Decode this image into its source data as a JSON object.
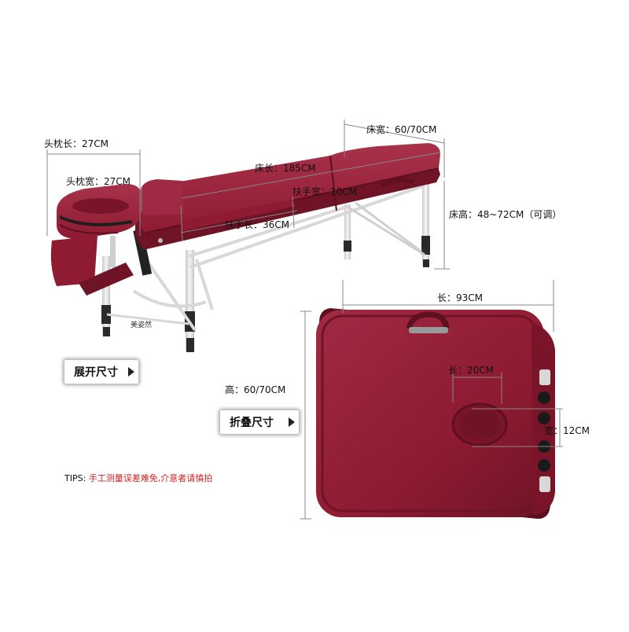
{
  "colors": {
    "upholstery": "#8e1b31",
    "upholstery_dark": "#5e0f20",
    "upholstery_light": "#a8324a",
    "frame": "#e4e4e4",
    "leg_dark": "#2a2a2a",
    "tips_red": "#d21f1f"
  },
  "labels": {
    "headrest_length": "头枕长：27CM",
    "headrest_width": "头枕宽：27CM",
    "bed_length": "床长：185CM",
    "armrest_width": "扶手宽：10CM",
    "armrest_length": "扶手长：36CM",
    "bed_width": "床宽：60/70CM",
    "bed_height": "床高：48~72CM（可调）",
    "folded_length": "长：93CM",
    "folded_height": "高：60/70CM",
    "handle_length": "长：20CM",
    "handle_width": "宽：12CM"
  },
  "brand": "美姿然",
  "tags": {
    "unfolded": "展开尺寸",
    "folded": "折叠尺寸"
  },
  "tips": {
    "prefix": "TIPS:",
    "note": "手工测量误差难免,介意者请慎拍"
  }
}
